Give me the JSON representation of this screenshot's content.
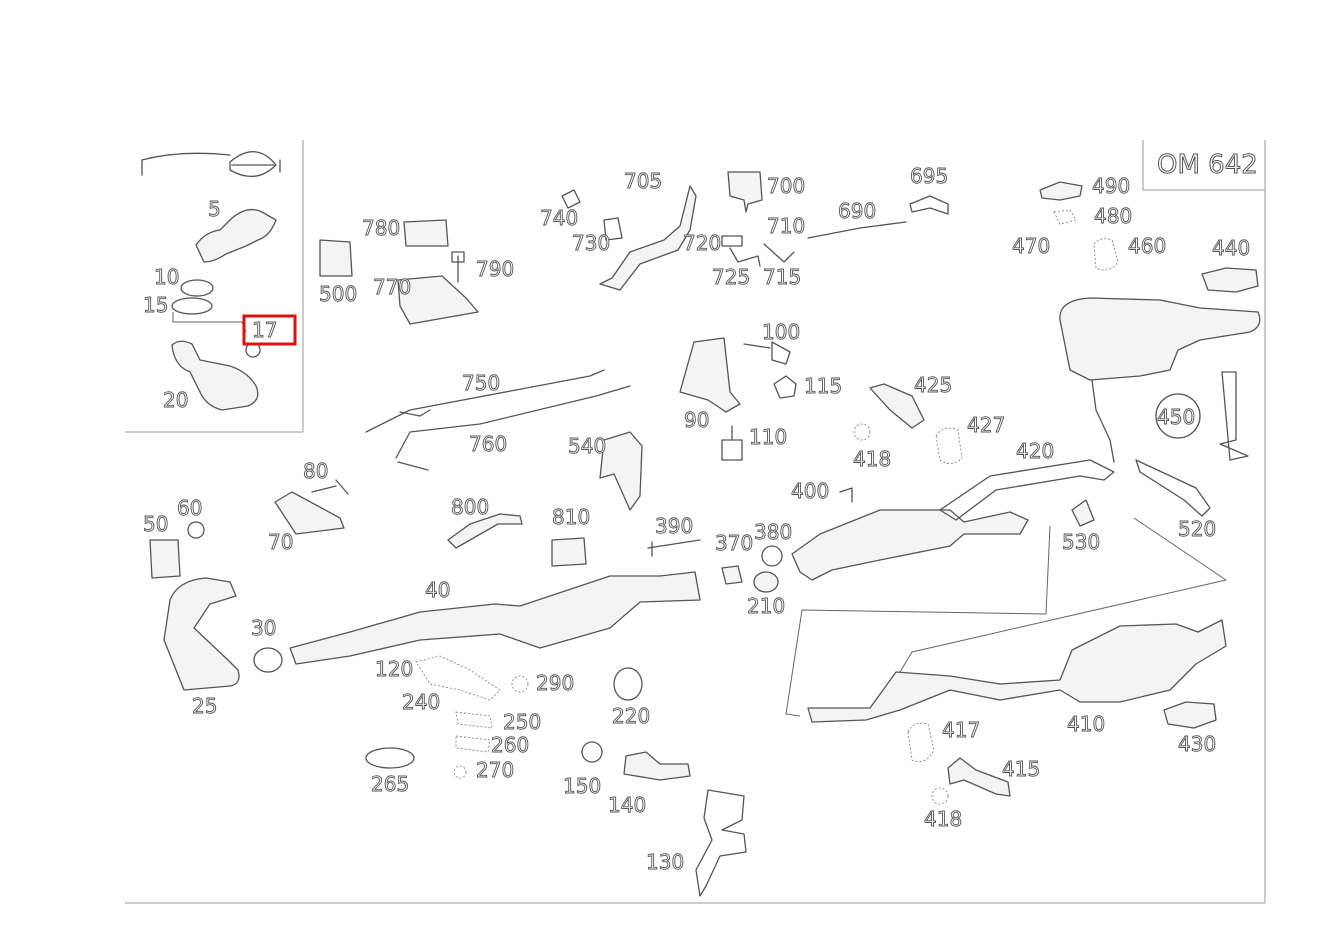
{
  "diagram": {
    "engine_label": "OM 642",
    "highlighted_part": "17",
    "highlight_color": "#e01010",
    "callouts": {
      "p5": "5",
      "p10": "10",
      "p15": "15",
      "p17": "17",
      "p20": "20",
      "p25": "25",
      "p30": "30",
      "p40": "40",
      "p50": "50",
      "p60": "60",
      "p70": "70",
      "p80": "80",
      "p90": "90",
      "p100": "100",
      "p110": "110",
      "p115": "115",
      "p120": "120",
      "p130": "130",
      "p140": "140",
      "p150": "150",
      "p210": "210",
      "p220": "220",
      "p240": "240",
      "p250": "250",
      "p260": "260",
      "p265": "265",
      "p270": "270",
      "p290": "290",
      "p370": "370",
      "p380": "380",
      "p390": "390",
      "p400": "400",
      "p410": "410",
      "p415": "415",
      "p417": "417",
      "p418a": "418",
      "p418b": "418",
      "p420": "420",
      "p425": "425",
      "p427": "427",
      "p430": "430",
      "p440": "440",
      "p450": "450",
      "p460": "460",
      "p470": "470",
      "p480": "480",
      "p490": "490",
      "p500": "500",
      "p520": "520",
      "p530": "530",
      "p540": "540",
      "p690": "690",
      "p695": "695",
      "p700": "700",
      "p705": "705",
      "p710": "710",
      "p715": "715",
      "p720": "720",
      "p725": "725",
      "p730": "730",
      "p740": "740",
      "p750": "750",
      "p760": "760",
      "p770": "770",
      "p780": "780",
      "p790": "790",
      "p800": "800",
      "p810": "810"
    }
  }
}
